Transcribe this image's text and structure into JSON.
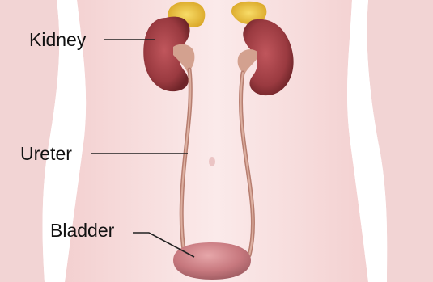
{
  "labels": {
    "kidney": "Kidney",
    "ureter": "Ureter",
    "bladder": "Bladder"
  },
  "colors": {
    "background": "#ffffff",
    "skin": "#f6dcdc",
    "skin_shadow": "#e9bcbc",
    "kidney": "#9a3a40",
    "kidney_highlight": "#c2585e",
    "adrenal": "#ecc23a",
    "ureter": "#c48b7c",
    "bladder": "#c7787e",
    "leader_line": "#222222",
    "label_text": "#111111"
  }
}
